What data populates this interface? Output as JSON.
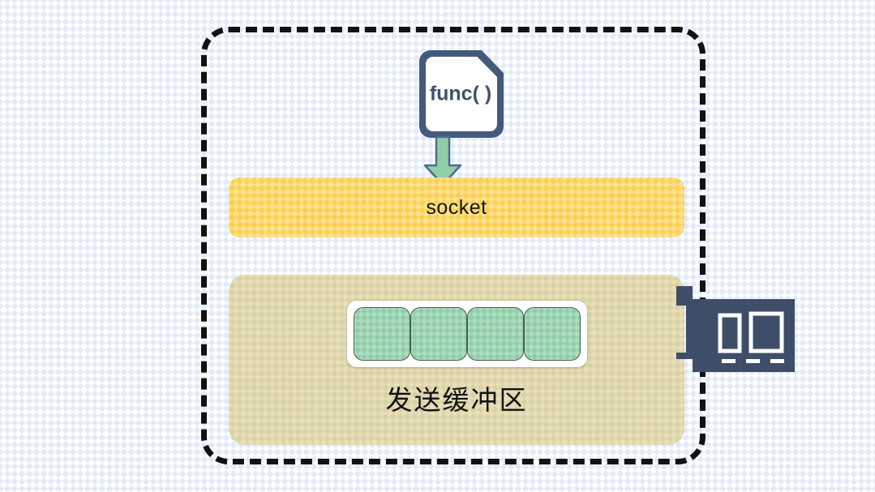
{
  "diagram": {
    "title": "socket send buffer flow",
    "host_boundary": {
      "name": "host-process-boundary",
      "style": "dashed"
    },
    "func_doc": {
      "icon": "document-icon",
      "label": "func( )"
    },
    "flow_arrow": {
      "icon": "down-arrow-icon",
      "direction": "down",
      "from": "func( )",
      "to": "socket"
    },
    "socket": {
      "label": "socket"
    },
    "send_buffer": {
      "label": "发送缓冲区",
      "slots": [
        {
          "id": "slot-1",
          "filled": true
        },
        {
          "id": "slot-2",
          "filled": true
        },
        {
          "id": "slot-3",
          "filled": true
        },
        {
          "id": "slot-4",
          "filled": true
        }
      ]
    },
    "network_card": {
      "icon": "network-card-icon",
      "ports": 2
    },
    "colors": {
      "boundary": "#111111",
      "doc_border": "#445a7d",
      "doc_text": "#41506c",
      "arrow_fill": "#8fcea7",
      "arrow_stroke": "#4e6d8e",
      "socket_bg": "#fbd154",
      "socket_text": "#15161a",
      "buffer_bg": "#d7d3a8",
      "buffer_text": "#111215",
      "slot_fill": "#8fcea7",
      "slot_border": "#4b5a52",
      "slot_tray": "#ffffff",
      "network_card": "#3e4e68",
      "background": "#ffffff"
    }
  }
}
